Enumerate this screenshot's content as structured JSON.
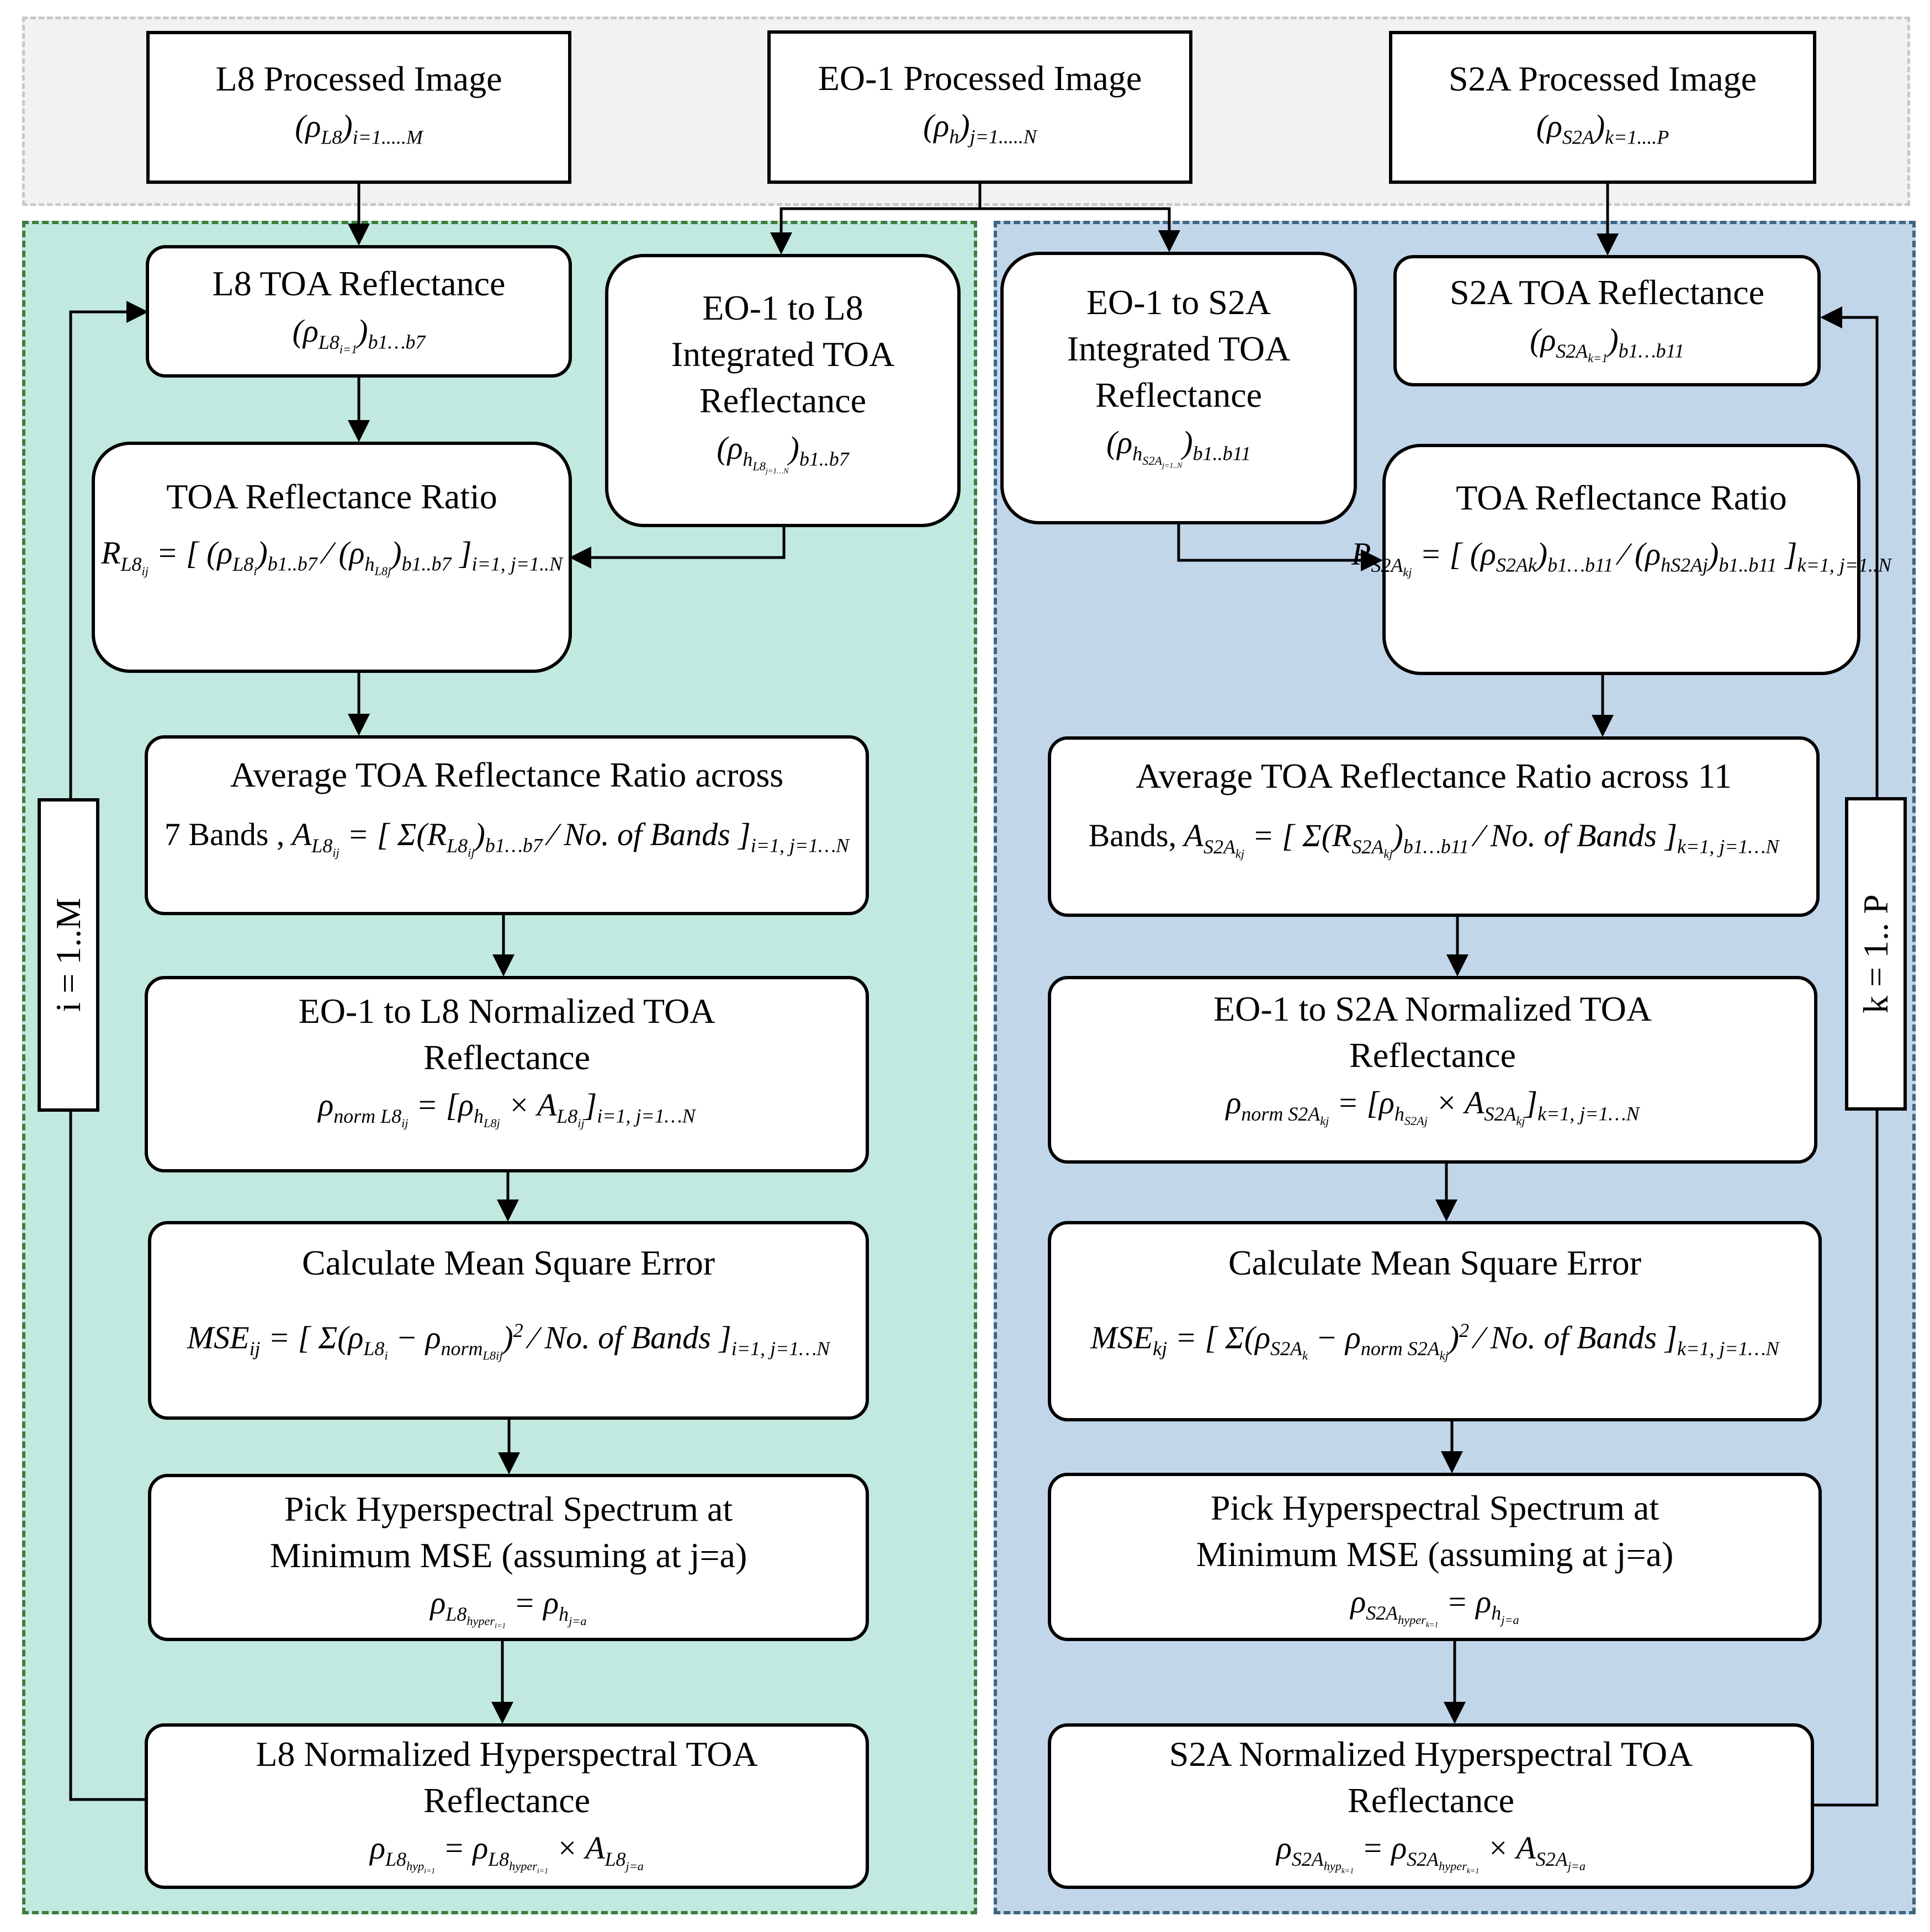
{
  "top_row": {
    "l8_processed": {
      "title": "L8 Processed Image",
      "formula": "(ρL8)i=1.....M"
    },
    "eo1_processed": {
      "title": "EO-1 Processed Image",
      "formula": "(ρh)j=1.....N"
    },
    "s2a_processed": {
      "title": "S2A Processed Image",
      "formula": "(ρS2A)k=1....P"
    }
  },
  "left": {
    "toa_reflectance": {
      "title": "L8 TOA Reflectance",
      "formula": "(ρL8i=1)b1...b7"
    },
    "integrated": {
      "line1": "EO-1 to L8",
      "line2": "Integrated TOA",
      "line3": "Reflectance",
      "formula": "(ρhL8j=1...N)b1..b7"
    },
    "ratio": {
      "title": "TOA Reflectance Ratio",
      "formula": "RL8ij = [(ρL8i)b1..b7 / (ρhL8j)b1..b7] i=1, j=1..N"
    },
    "average": {
      "line1": "Average  TOA Reflectance Ratio across",
      "line2": "7 Bands ,",
      "formula": "AL8ij = [Σ(RL8ij)b1...b7 / No. of Bands] i=1, j=1...N"
    },
    "normalized": {
      "line1": "EO-1 to L8 Normalized TOA",
      "line2": "Reflectance",
      "formula": "ρnorm L8ij = [ρhL8j × AL8ij] i=1, j=1...N"
    },
    "mse": {
      "title": "Calculate Mean Square Error",
      "formula": "MSEij = [Σ(ρL8i − ρnormL8ij)² / No. of Bands] i=1, j=1...N"
    },
    "pick": {
      "line1": "Pick Hyperspectral Spectrum at",
      "line2": "Minimum MSE (assuming at j=a)",
      "formula": "ρL8hyperi=1 = ρhj=a"
    },
    "final": {
      "line1": "L8 Normalized Hyperspectral TOA",
      "line2": "Reflectance",
      "formula": "ρL8hypi=1 = ρL8hyperi=1 × AL8j=a"
    },
    "loop_label": "i = 1..M"
  },
  "right": {
    "toa_reflectance": {
      "title": "S2A TOA Reflectance",
      "formula": "(ρS2Ak=1)b1...b11"
    },
    "integrated": {
      "line1": "EO-1 to S2A",
      "line2": "Integrated TOA",
      "line3": "Reflectance",
      "formula": "(ρhS2Aj=1..N)b1..b11"
    },
    "ratio": {
      "title": "TOA Reflectance Ratio",
      "formula": "RS2Akj = [(ρS2Ak)b1...b11 / (ρhS2Aj)b1..b11] k=1, j=1..N"
    },
    "average": {
      "line1": "Average  TOA Reflectance Ratio across  11",
      "line2": "Bands,",
      "formula": "AS2Akj = [Σ(RS2Akj)b1...b11 / No. of Bands] k=1, j=1...N"
    },
    "normalized": {
      "line1": "EO-1 to S2A Normalized TOA",
      "line2": "Reflectance",
      "formula": "ρnorm S2Akj = [ρhS2Aj × AS2Akj] k=1, j=1...N"
    },
    "mse": {
      "title": "Calculate Mean Square Error",
      "formula": "MSEkj = [Σ(ρS2Ak − ρnorm S2Akj)² / No. of Bands] k=1, j=1...N"
    },
    "pick": {
      "line1": "Pick Hyperspectral Spectrum at",
      "line2": "Minimum MSE (assuming at j=a)",
      "formula": "ρS2Ahyperk=1 = ρhj=a"
    },
    "final": {
      "line1": "S2A Normalized Hyperspectral TOA",
      "line2": "Reflectance",
      "formula": "ρS2Ahypk=1 = ρS2Ahyperk=1 × AS2Aj=a"
    },
    "loop_label": "k = 1.. P"
  }
}
